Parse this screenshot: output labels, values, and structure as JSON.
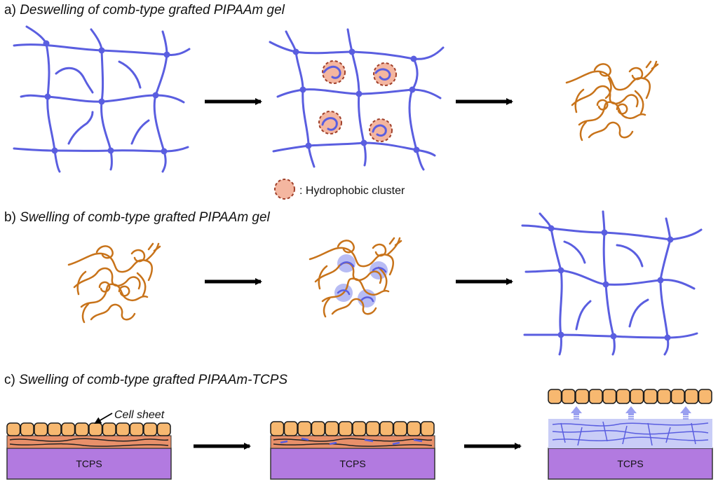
{
  "panels": {
    "a": {
      "letter": "a)",
      "title": "Deswelling of comb-type grafted PIPAAm gel"
    },
    "b": {
      "letter": "b)",
      "title": "Swelling of comb-type grafted PIPAAm gel"
    },
    "c": {
      "letter": "c)",
      "title": "Swelling of comb-type grafted PIPAAm-TCPS"
    }
  },
  "legend": {
    "label": ": Hydrophobic cluster"
  },
  "labels": {
    "cell_sheet": "Cell sheet",
    "substrate": "TCPS"
  },
  "colors": {
    "network": "#5a5ee0",
    "graft": "#c8731a",
    "cluster_fill": "#f4b6a0",
    "cluster_edge": "#a0402a",
    "hydration": "#9aa0f0",
    "cell_fill": "#f7b870",
    "cell_edge": "#1a1a1a",
    "substrate_fill": "#b27ae0",
    "gel_layer": "#e8906a",
    "swollen_layer": "#c9cdf7",
    "arrow": "#000000"
  }
}
